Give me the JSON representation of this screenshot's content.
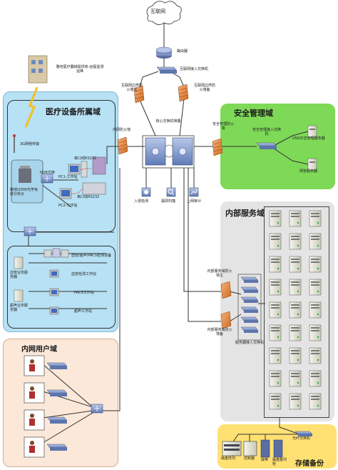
{
  "internet": {
    "label": "互联网"
  },
  "router": {
    "label": "路由器"
  },
  "internet_switch": {
    "label": "互联网接入交换机"
  },
  "firewall_master": {
    "label": "互联网边界防火墙主"
  },
  "firewall_backup": {
    "label": "互联网边界防火墙备"
  },
  "device_maintenance": {
    "label": "雅培医疗器械提供商-远程监测运维"
  },
  "medical_domain": {
    "title": "医疗设备所属域",
    "network_3g": "3G网络传输",
    "hub_switch": "HUB交换",
    "pc1": "PC1-工作站",
    "serial1": "串口线RS232",
    "serial2": "串口线RS232",
    "pc2": "PC2-工作站",
    "analyzer": "雅培i2000光学免疫分析仪"
  },
  "intranet_firewall": {
    "label": "内网防火墙"
  },
  "core_switch": {
    "label": "核心交换机堆叠"
  },
  "security_domain": {
    "title": "安全管理域",
    "firewall": "安全管理防火墙",
    "access_switch": "安全管理接入交换机",
    "usg_server": "USG日志管理服务器",
    "nms_server": "网管服务器"
  },
  "security_tools": {
    "intrusion": "入侵检测",
    "vuln_scan": "漏洞扫描",
    "audit": "上网审计"
  },
  "lab_section": {
    "devices": "血管/超声/PACS检测设备",
    "blood_server": "血管业务服务器",
    "blood_station": "血管检测工作站",
    "pacs_station": "PACS工作站",
    "ultra_server": "超声业务服务器",
    "ultra_station": "超声工作站"
  },
  "user_domain": {
    "title": "内网用户域"
  },
  "internal_domain": {
    "title": "内部服务域",
    "firewall1": "内部服务域防火墙主",
    "firewall2": "内部服务域防火墙备",
    "server_switch": "服务器接入交换机"
  },
  "storage": {
    "title": "存储备份",
    "fc_switch": "光纤交换机",
    "disk_array": "磁盘阵列",
    "controller": "控制器",
    "tape": "磁带",
    "extension": "磁盘整列柜"
  },
  "colors": {
    "medical_bg": "#b7e1f4",
    "security_bg": "#7ed957",
    "user_bg": "#fbe8d9",
    "internal_bg": "#e4e4e4",
    "storage_bg": "#ffe173",
    "firewall": "#e88a3c",
    "switch": "#8aa0cc"
  }
}
